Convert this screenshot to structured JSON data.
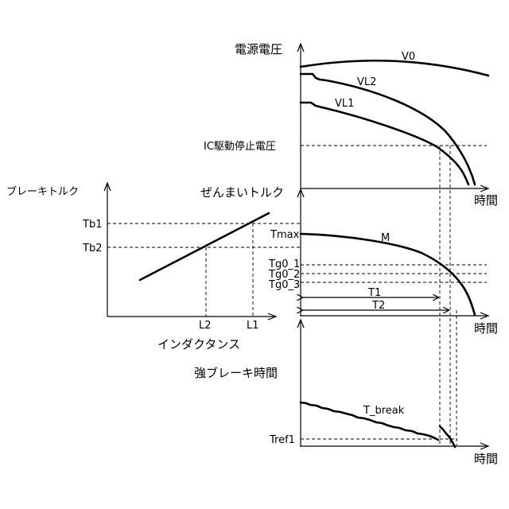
{
  "labels": {
    "supply_voltage": "電源電圧",
    "v0": "V0",
    "vl2": "VL2",
    "vl1": "VL1",
    "ic_stop": "IC駆動停止電圧",
    "time_1": "時間",
    "brake_torque": "ブレーキトルク",
    "spring_torque": "ぜんまいトルク",
    "tb1": "Tb1",
    "tb2": "Tb2",
    "tmax": "Tmax",
    "m": "M",
    "tg01": "Tg0_1",
    "tg02": "Tg0_2",
    "tg03": "Tg0_3",
    "t1": "T1",
    "t2": "T2",
    "l2": "L2",
    "l1": "L1",
    "inductance": "インダクタンス",
    "time_2": "時間",
    "strong_brake_time": "強ブレーキ時間",
    "t_break": "T_break",
    "tref1": "Tref1",
    "time_3": "時間"
  }
}
